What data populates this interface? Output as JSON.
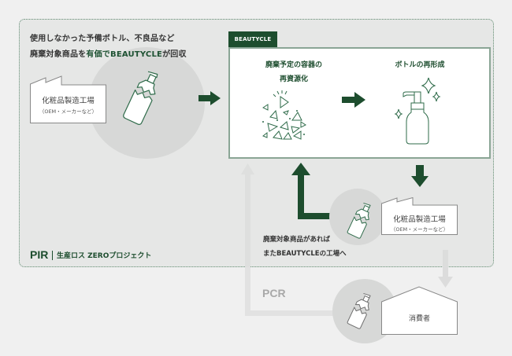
{
  "intro": {
    "line1": "使用しなかった予備ボトル、不良品など",
    "line2_prefix": "廃棄対象商品を",
    "line2_accent": "有価でBEAUTYCLE",
    "line2_suffix": "が回収"
  },
  "factory_left": {
    "label": "化粧品製造工場",
    "sub": "（OEM・メーカーなど）"
  },
  "beautycle": {
    "tab_label": "BEAUTYCLE",
    "step1_title_line1": "廃棄予定の容器の",
    "step1_title_line2": "再資源化",
    "step2_title": "ボトルの再形成"
  },
  "factory_right": {
    "label": "化粧品製造工場",
    "sub": "（OEM・メーカーなど）"
  },
  "return_note": {
    "line1": "廃棄対象商品があれば",
    "line2": "またBEAUTYCLEの工場へ"
  },
  "pir": {
    "logo": "PIR",
    "tagline": "生産ロス ZEROプロジェクト"
  },
  "pcr": {
    "label": "PCR"
  },
  "consumer": {
    "label": "消費者"
  },
  "colors": {
    "brand_green": "#1d4d2e",
    "accent_green": "#1d5132",
    "region_bg": "#e6e7e6",
    "page_bg": "#f0f0f0",
    "pcr_gray": "#a8a8a8"
  }
}
